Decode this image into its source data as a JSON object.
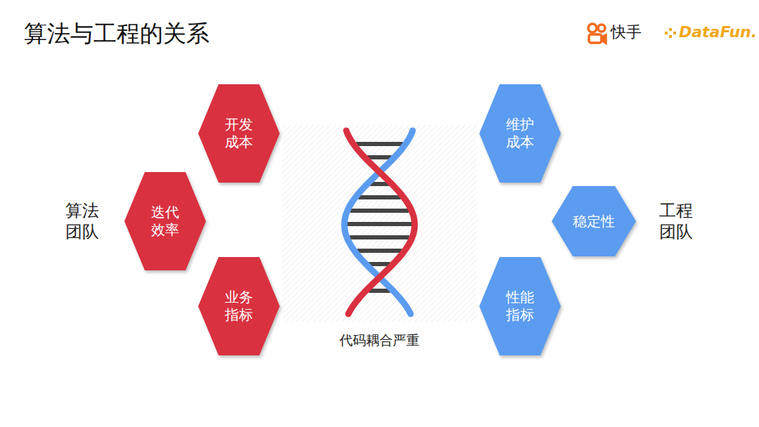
{
  "diagram": {
    "title": "算法与工程的关系",
    "nodes": [
      {
        "text": [
          "开发 成本"
        ]
      },
      {
        "text": [
          "迭代 效率"
        ]
      },
      {
        "text": [
          "业务 指标"
        ]
      },
      {
        "text": [
          "维护 成本"
        ]
      },
      {
        "text": [
          "稳定性"
        ]
      },
      {
        "text": [
          "性能 指标"
        ]
      }
    ],
    "edges": [],
    "labels": [
      "快手",
      "DataFun.",
      "算法 团队",
      "工程 团队",
      "代码耦合严重"
    ]
  }
}
